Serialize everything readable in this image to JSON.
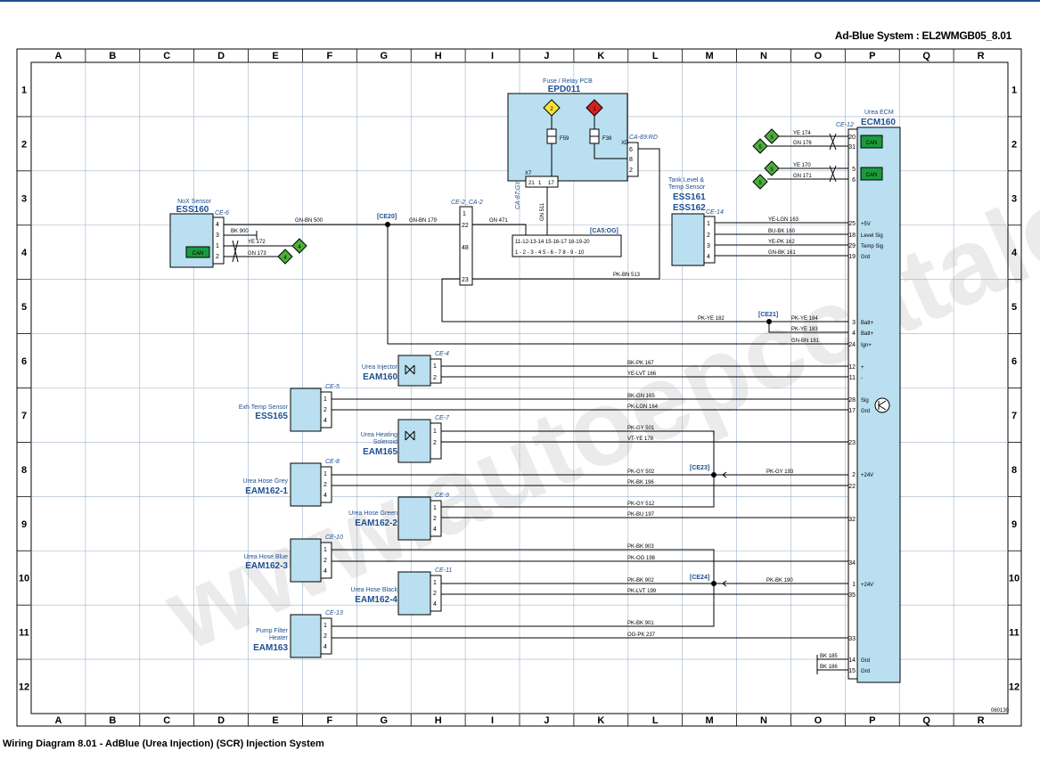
{
  "doc_title": "Ad-Blue System : EL2WMGB05_8.01",
  "caption": "Wiring Diagram 8.01 - AdBlue (Urea Injection) (SCR) Injection System",
  "page_ref": "060130",
  "watermark": "www.autoepccatalog.com",
  "grid": {
    "columns": [
      "A",
      "B",
      "C",
      "D",
      "E",
      "F",
      "G",
      "H",
      "I",
      "J",
      "K",
      "L",
      "M",
      "N",
      "O",
      "P",
      "Q",
      "R"
    ],
    "rows": [
      "1",
      "2",
      "3",
      "4",
      "5",
      "6",
      "7",
      "8",
      "9",
      "10",
      "11",
      "12"
    ]
  },
  "components": {
    "fuse_pcb": {
      "label": "Fuse / Relay PCB",
      "code": "EPD011",
      "fuse1": "F59",
      "fuse2": "F38",
      "badge1": "2",
      "badge2": "1",
      "conn": "CA-89:RD",
      "xd": "XD",
      "conn_rot": "CA-87:GY",
      "x7": "X7",
      "pins": [
        "6",
        "8",
        "2"
      ],
      "lower_pins": [
        "21",
        "1",
        "17"
      ]
    },
    "nox": {
      "label": "NoX Sensor",
      "code": "ESS160",
      "conn": "CE-6",
      "pins": [
        "4",
        "3",
        "1",
        "2"
      ],
      "can": "CAN"
    },
    "ecm": {
      "label": "Urea ECM",
      "code": "ECM160",
      "conn": "CE-12",
      "can": "CAN"
    },
    "tank": {
      "label1": "Tank Level &",
      "label2": "Temp Sensor",
      "code1": "ESS161",
      "code2": "ESS162",
      "conn": "CE-14",
      "pins": [
        "1",
        "2",
        "3",
        "4"
      ]
    },
    "ce2": {
      "label": "CE-2_CA-2",
      "pins": [
        "1",
        "22",
        "48",
        "23"
      ]
    },
    "ca5": {
      "label": "[CA5:OG]",
      "row1": "11-12-13-14  15-16-17  18-19-20",
      "row2": "1 - 2 - 3 - 4    5 - 6 - 7    8 - 9 - 10"
    },
    "injector": {
      "label": "Urea Injector",
      "code": "EAM160",
      "conn": "CE-4",
      "pins": [
        "1",
        "2"
      ]
    },
    "exhtemp": {
      "label": "Exh Temp Sensor",
      "code": "ESS165",
      "conn": "CE-5",
      "pins": [
        "1",
        "2",
        "4"
      ]
    },
    "heating": {
      "label1": "Urea Heating",
      "label2": "Solenoid",
      "code": "EAM165",
      "conn": "CE-7",
      "pins": [
        "1",
        "2"
      ]
    },
    "hosegrey": {
      "label": "Urea Hose Grey",
      "code": "EAM162-1",
      "conn": "CE-8",
      "pins": [
        "1",
        "2",
        "4"
      ]
    },
    "hosegreen": {
      "label": "Urea Hose Green",
      "code": "EAM162-2",
      "conn": "CE-9",
      "pins": [
        "1",
        "2",
        "4"
      ]
    },
    "hoseblue": {
      "label": "Urea Hose Blue",
      "code": "EAM162-3",
      "conn": "CE-10",
      "pins": [
        "1",
        "2",
        "4"
      ]
    },
    "hoseblack": {
      "label": "Urea Hose Black",
      "code": "EAM162-4",
      "conn": "CE-11",
      "pins": [
        "1",
        "2",
        "4"
      ]
    },
    "pump": {
      "label1": "Pump Filter",
      "label2": "Heater",
      "code": "EAM163",
      "conn": "CE-13",
      "pins": [
        "1",
        "2",
        "4"
      ]
    }
  },
  "splices": {
    "ce20": "[CE20]",
    "ce21": "[CE21]",
    "ce23": "[CE23]",
    "ce24": "[CE24]"
  },
  "wires": {
    "w500": "GN-BN 500",
    "w179": "GN-BN 179",
    "w471": "GN 471",
    "w511": "GN 511",
    "w513": "PK-BN 513",
    "w900": "BK 900",
    "w172": "YE 172",
    "w173": "GN 173",
    "w174": "YE 174",
    "w176": "GN 176",
    "w170": "YE 170",
    "w171": "GN 171",
    "w163": "YE-LGN 163",
    "w160": "BU-BK 160",
    "w162": "YE-PK 162",
    "w161": "GN-BK 161",
    "w182": "PK-YE 182",
    "w184": "PK-YE 184",
    "w183": "PK-YE 183",
    "w181": "GN-BN 181",
    "w167": "BK-PK 167",
    "w166": "YE-LVT 166",
    "w165": "BK-GN 165",
    "w164": "PK-LGN 164",
    "w501": "PK-GY 501",
    "w178": "VT-YE 178",
    "w502": "PK-GY 502",
    "w196": "PK-BK 196",
    "w193": "PK-GY 193",
    "w512": "PK-GY 512",
    "w197": "PK-BU 197",
    "w903": "PK-BK 903",
    "w198": "PK-OG 198",
    "w902": "PK-BK 902",
    "w199": "PK-LVT 199",
    "w190": "PK-BK 190",
    "w901": "PK-BK 901",
    "w237": "OG-PK 237",
    "w185": "BK 185",
    "w186": "BK 186"
  },
  "ecm_pins": {
    "p20": "20",
    "p31": "31",
    "p5": "5",
    "p6": "6",
    "p25": "25",
    "p18": "18",
    "p29": "29",
    "p19": "19",
    "p3": "3",
    "p4": "4",
    "p24": "24",
    "p12": "12",
    "p11": "11",
    "p28": "28",
    "p17": "17",
    "p23": "23",
    "p2": "2",
    "p22": "22",
    "p32": "32",
    "p34": "34",
    "p1": "1",
    "p35": "35",
    "p33": "33",
    "p14": "14",
    "p15": "15"
  },
  "ecm_sig": {
    "s5v": "+5V",
    "level": "Level Sig",
    "temp": "Temp Sig",
    "gnd": "Grd",
    "batt1": "Batt+",
    "batt2": "Batt+",
    "ign": "Ign+",
    "plus": "+",
    "minus": "-",
    "sig": "Sig",
    "grd": "Grd",
    "v24a": "+24V",
    "v24b": "+24V",
    "grd14": "Grd",
    "grd15": "Grd"
  },
  "badges": {
    "b4a": "4",
    "b4b": "4",
    "b5a": "5",
    "b5b": "5",
    "b5c": "5",
    "b5d": "5"
  }
}
